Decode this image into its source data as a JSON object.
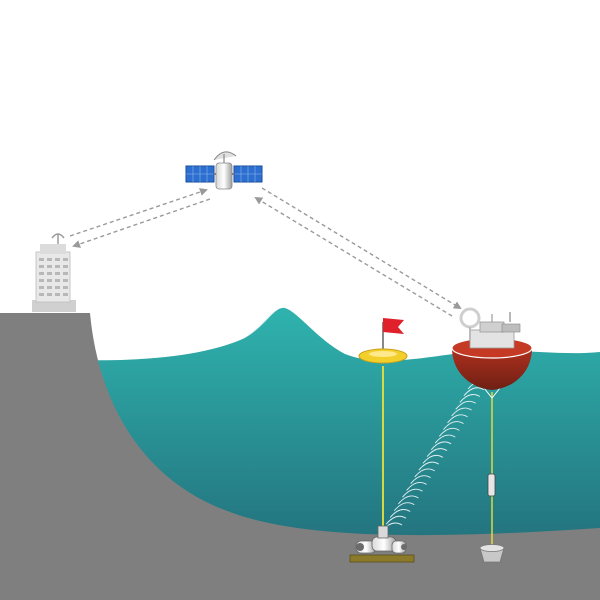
{
  "scene": {
    "components": [
      {
        "id": "satellite",
        "icon": "satellite-icon"
      },
      {
        "id": "shore-station",
        "icon": "building-icon"
      },
      {
        "id": "surface-buoy",
        "icon": "buoy-icon"
      },
      {
        "id": "marker-float",
        "icon": "flag-float-icon"
      },
      {
        "id": "seafloor-sensor-package",
        "icon": "seafloor-instrument-icon"
      },
      {
        "id": "anchor",
        "icon": "anchor-icon"
      }
    ],
    "links": [
      {
        "from": "shore-station",
        "to": "satellite",
        "style": "dashed",
        "direction": "bidirectional"
      },
      {
        "from": "satellite",
        "to": "surface-buoy",
        "style": "dashed",
        "direction": "bidirectional"
      },
      {
        "from": "seafloor-sensor-package",
        "to": "surface-buoy",
        "style": "acoustic",
        "direction": "upward"
      }
    ]
  },
  "colors": {
    "sky": "#ffffff",
    "sea_top": "#2fb3ae",
    "sea_bottom": "#23727d",
    "wave_crest": "#d9eef0",
    "land": "#7f7f7f",
    "mooring_line": "#e8e23a",
    "buoy_hull": "#8e2a1c",
    "buoy_deck": "#c43a24",
    "flag": "#e0202a",
    "float_ring": "#f3cf2c",
    "solar_panel": "#2d6fd0",
    "link": "#9a9a9a"
  }
}
